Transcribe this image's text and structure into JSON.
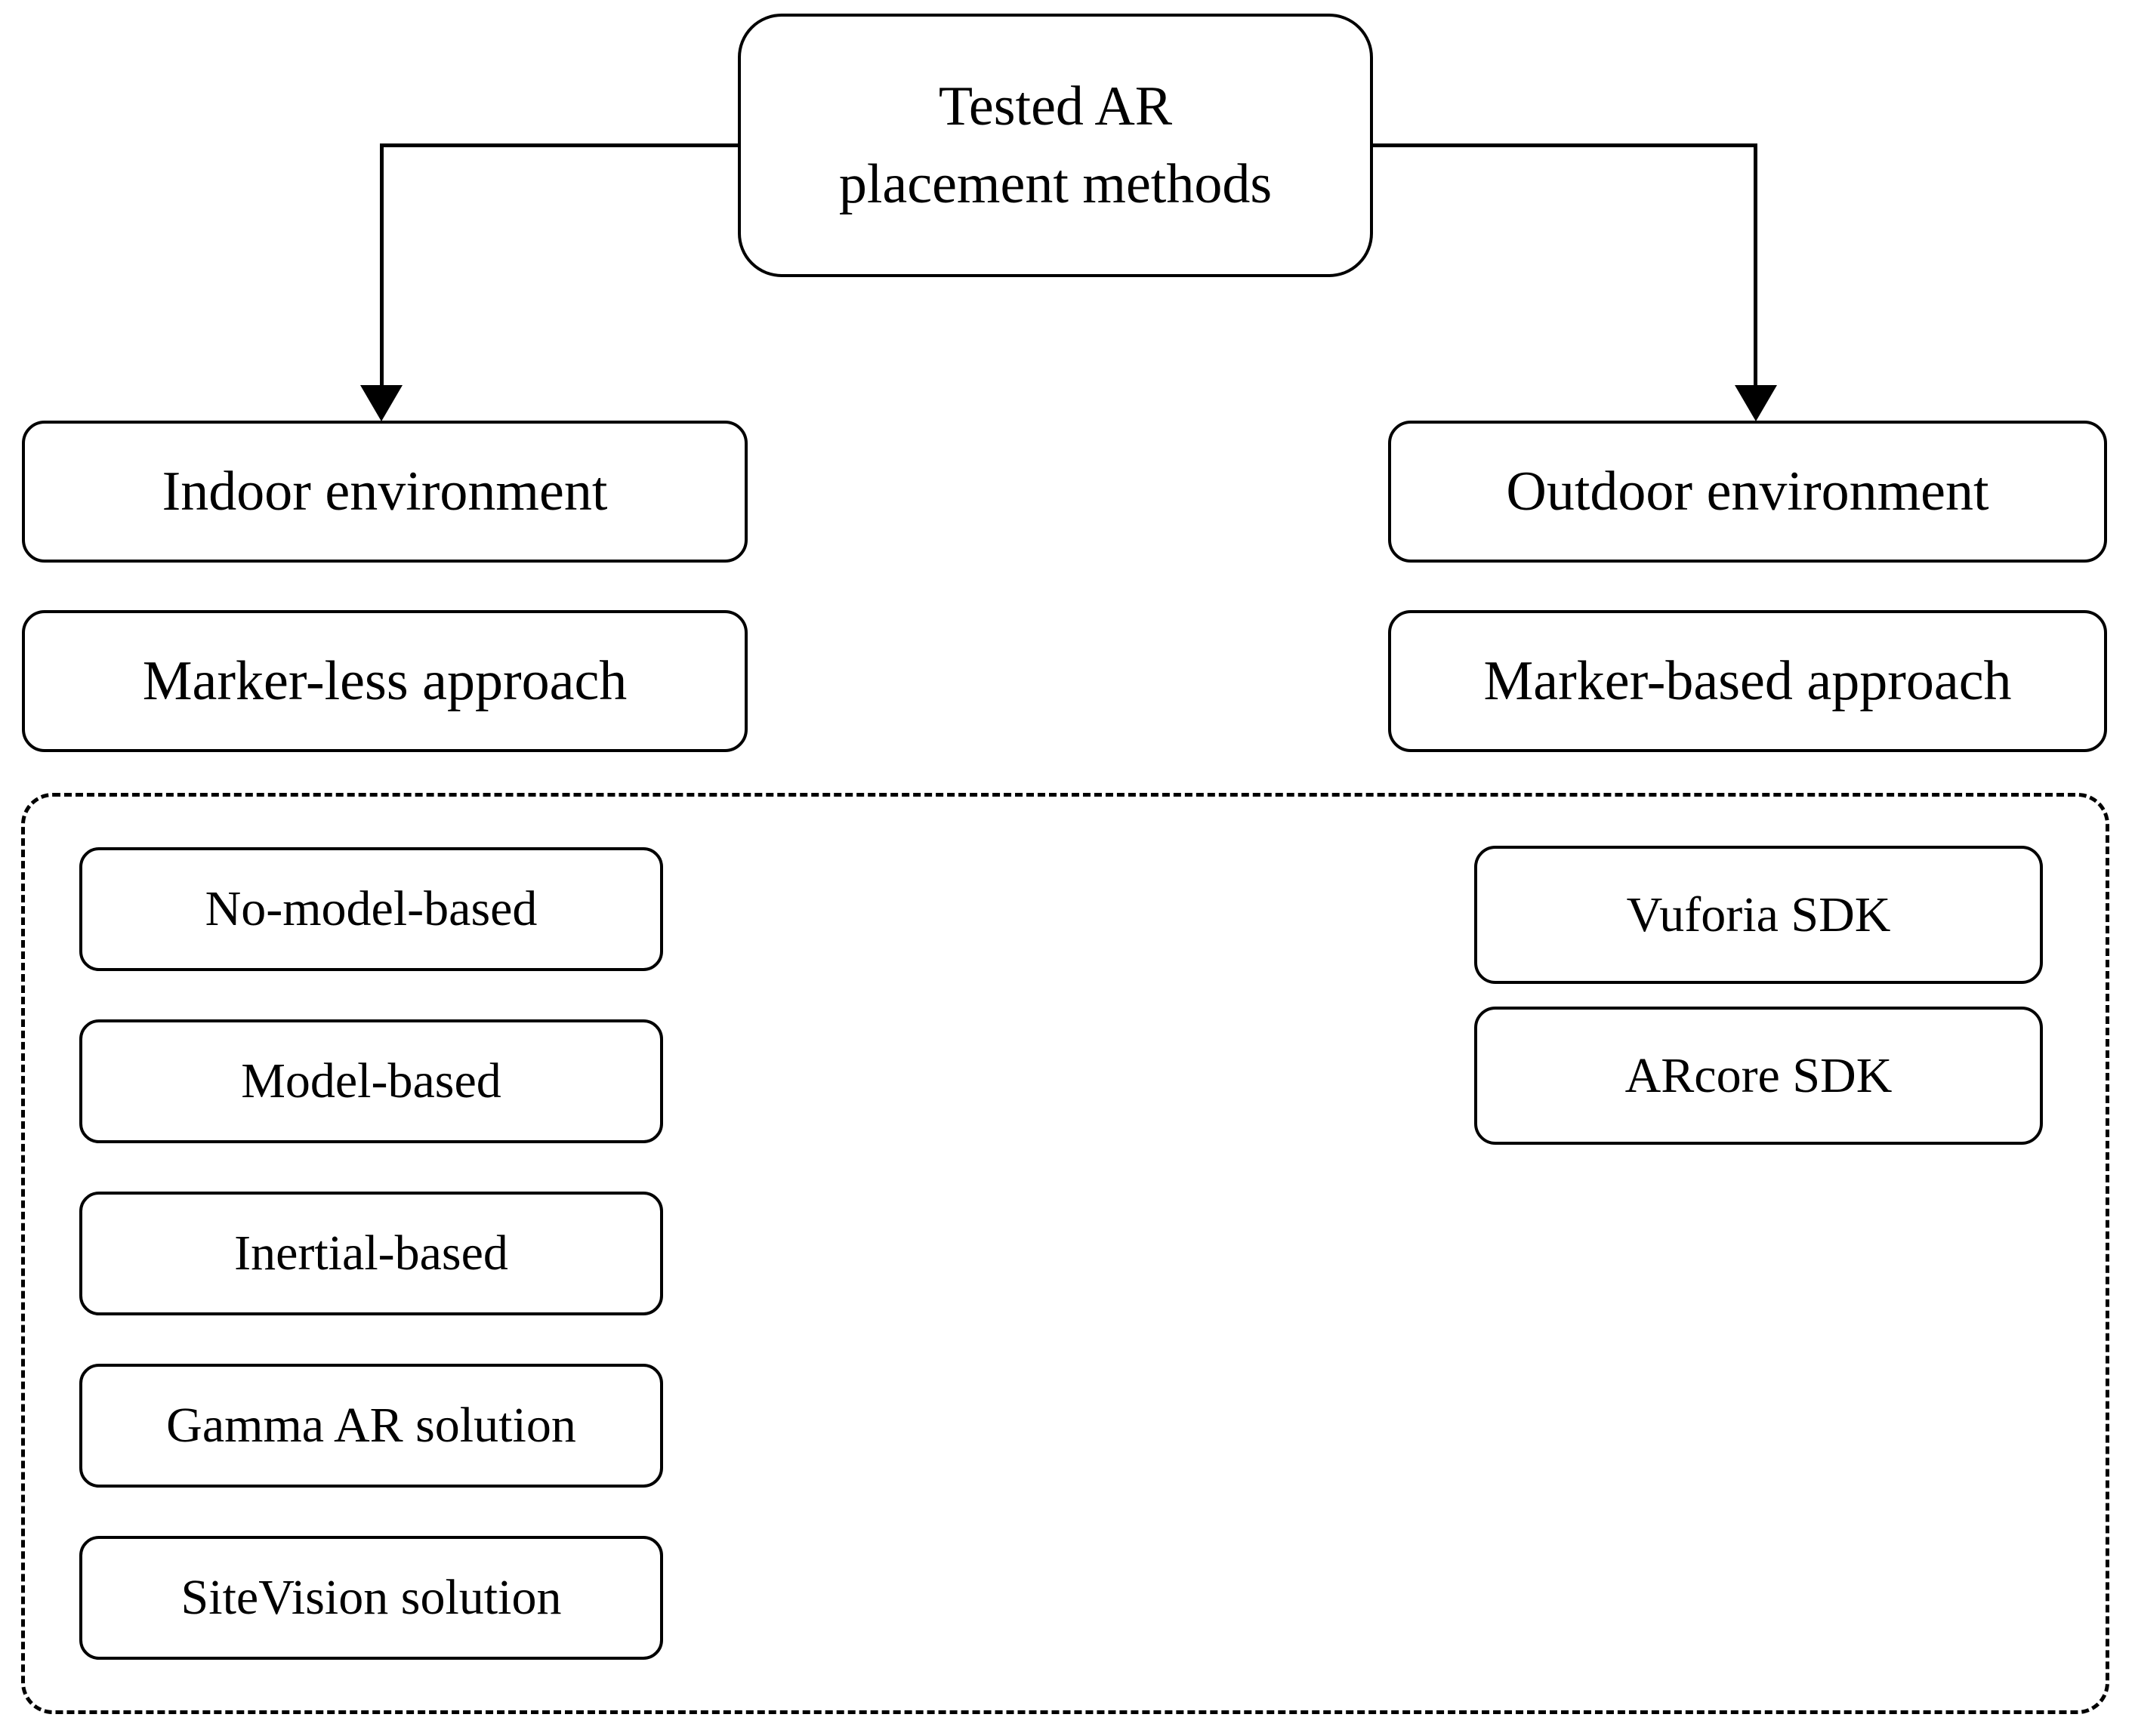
{
  "diagram": {
    "title_node": {
      "label": "Tested AR\nplacement methods"
    },
    "branches": [
      {
        "side": "left",
        "environment": "Indoor environment",
        "approach": "Marker-less approach",
        "methods": [
          "No-model-based",
          "Model-based",
          "Inertial-based",
          "Gamma AR solution",
          "SiteVision solution"
        ]
      },
      {
        "side": "right",
        "environment": "Outdoor environment",
        "approach": "Marker-based approach",
        "methods": [
          "Vuforia SDK",
          "ARcore SDK"
        ]
      }
    ],
    "colors": {
      "stroke": "#000000",
      "fill": "#ffffff",
      "text": "#000000"
    }
  }
}
